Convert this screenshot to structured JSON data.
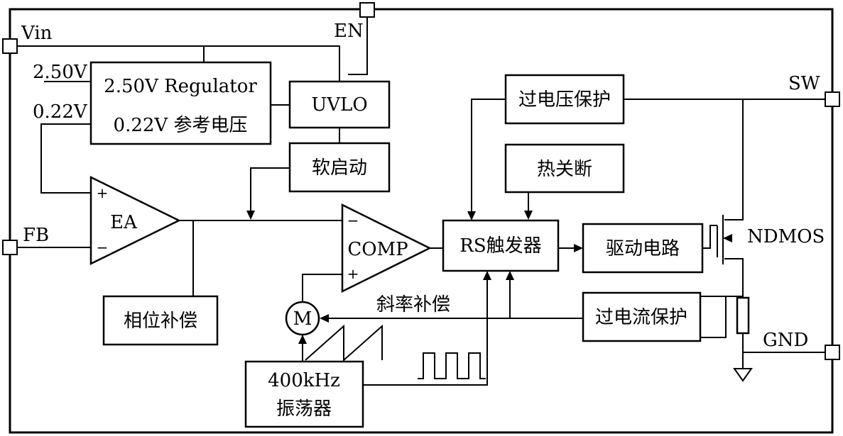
{
  "pins": {
    "vin": "Vin",
    "en": "EN",
    "sw": "SW",
    "fb": "FB",
    "gnd": "GND"
  },
  "inputs": {
    "ref_2v50": "2.50V",
    "ref_0v22": "0.22V"
  },
  "blocks": {
    "regulator_line1": "2.50V Regulator",
    "regulator_line2": "0.22V 参考电压",
    "uvlo": "UVLO",
    "soft_start": "软启动",
    "ovp": "过电压保护",
    "thermal_shutdown": "热关断",
    "error_amp": "EA",
    "comparator": "COMP",
    "rs_flipflop": "RS触发器",
    "driver": "驱动电路",
    "ocp": "过电流保护",
    "phase_comp": "相位补偿",
    "oscillator_line1": "400kHz",
    "oscillator_line2": "振荡器",
    "multiplier": "M",
    "mosfet": "NDMOS",
    "slope_comp": "斜率补偿"
  },
  "signs": {
    "ea_plus": "+",
    "ea_minus": "−",
    "comp_minus": "−",
    "comp_plus": "+"
  }
}
